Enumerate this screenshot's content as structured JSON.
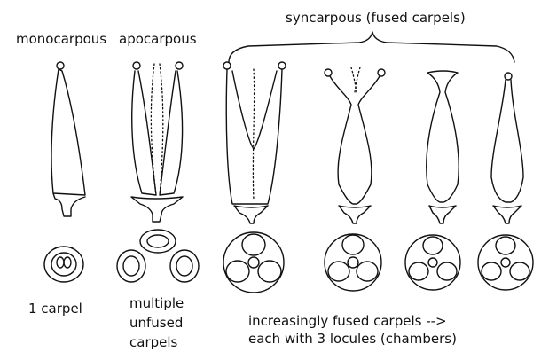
{
  "labels": {
    "monocarpous": "monocarpous",
    "apocarpous": "apocarpous",
    "syncarpous": "syncarpous (fused carpels)",
    "one_carpel": "1 carpel",
    "multiple_unfused": [
      "multiple",
      "unfused",
      "carpels"
    ],
    "increasingly_fused": "increasingly fused carpels -->",
    "each_with_locules": "each with 3 locules (chambers)"
  }
}
